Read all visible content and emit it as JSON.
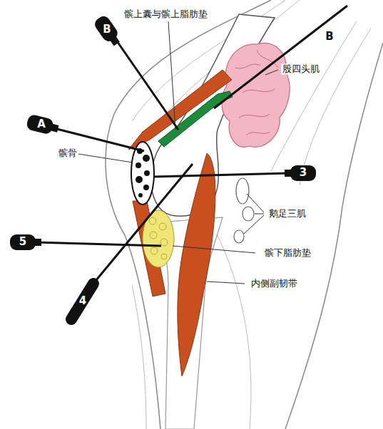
{
  "diagram": {
    "labels": [
      "B",
      "髌上囊与髌上脂肪垫",
      "B",
      "股四头肌",
      "A",
      "髌骨",
      "3",
      "鹅足三肌",
      "5",
      "髌下脂肪垫",
      "内侧副韧带",
      "4"
    ]
  }
}
